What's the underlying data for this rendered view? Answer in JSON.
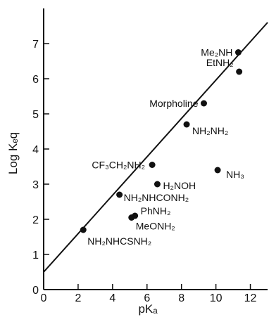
{
  "chart_data": {
    "type": "scatter",
    "title": "",
    "xlabel": "pKₐ",
    "ylabel": "Log Kₑq",
    "xlim": [
      0,
      13
    ],
    "ylim": [
      0,
      8
    ],
    "x_ticks": [
      0,
      2,
      4,
      6,
      8,
      10,
      12
    ],
    "y_ticks": [
      0,
      1,
      2,
      3,
      4,
      5,
      6,
      7
    ],
    "grid": false,
    "points": [
      {
        "label": "Me₂NH",
        "x": 11.3,
        "y": 6.75
      },
      {
        "label": "EtNH₂",
        "x": 11.35,
        "y": 6.2
      },
      {
        "label": "Morpholine",
        "x": 9.3,
        "y": 5.3
      },
      {
        "label": "NH₂NH₂",
        "x": 8.3,
        "y": 4.7
      },
      {
        "label": "CF₃CH₂NH₂",
        "x": 6.3,
        "y": 3.55
      },
      {
        "label": "NH₃",
        "x": 10.1,
        "y": 3.4
      },
      {
        "label": "H₂NOH",
        "x": 6.6,
        "y": 3.0
      },
      {
        "label": "NH₂NHCONH₂",
        "x": 4.4,
        "y": 2.7
      },
      {
        "label": "PhNH₂",
        "x": 5.3,
        "y": 2.1
      },
      {
        "label": "MeONH₂",
        "x": 5.1,
        "y": 2.05
      },
      {
        "label": "NH₂NHCSNH₂",
        "x": 2.3,
        "y": 1.7
      }
    ],
    "fit_line": {
      "x": [
        0,
        13
      ],
      "y": [
        0.5,
        7.6
      ]
    }
  }
}
